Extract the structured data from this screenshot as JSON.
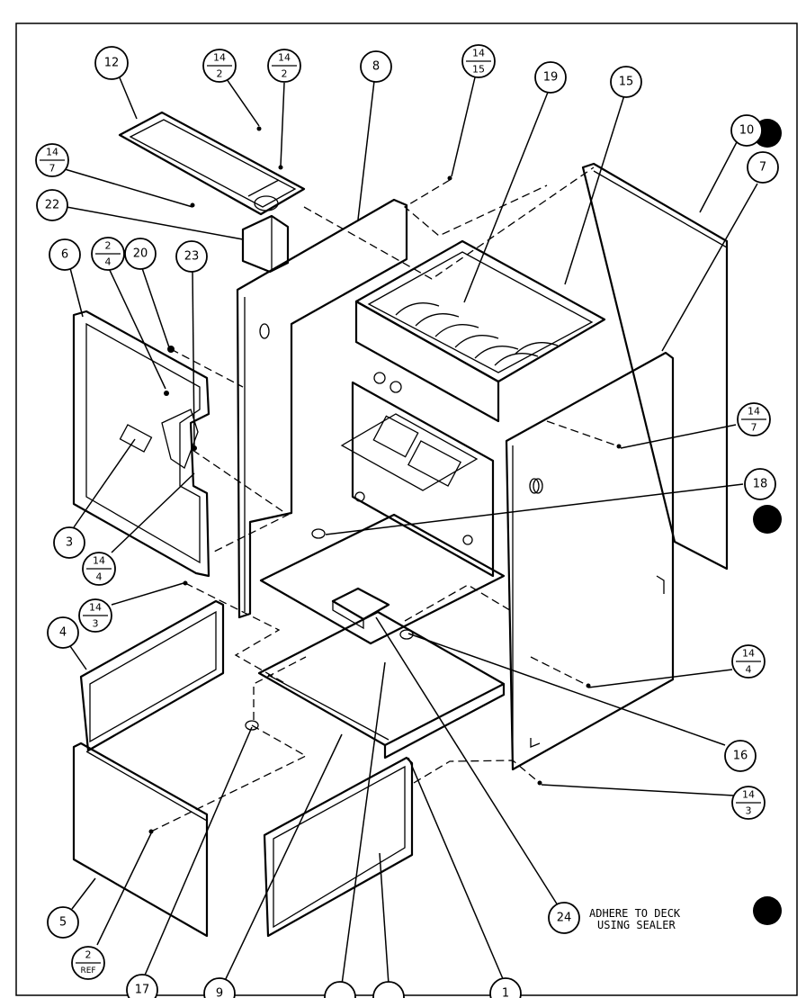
{
  "callouts": {
    "c12": "12",
    "c14_2a": {
      "num": "14",
      "den": "2"
    },
    "c14_2b": {
      "num": "14",
      "den": "2"
    },
    "c8": "8",
    "c14_15": {
      "num": "14",
      "den": "15"
    },
    "c19": "19",
    "c15": "15",
    "c10": "10",
    "c7": "7",
    "c14_7a": {
      "num": "14",
      "den": "7"
    },
    "c22": "22",
    "c6": "6",
    "c2_4": {
      "num": "2",
      "den": "4"
    },
    "c20": "20",
    "c23": "23",
    "c14_7b": {
      "num": "14",
      "den": "7"
    },
    "c18": "18",
    "c3": "3",
    "c14_4a": {
      "num": "14",
      "den": "4"
    },
    "c14_3a": {
      "num": "14",
      "den": "3"
    },
    "c4": "4",
    "c14_4b": {
      "num": "14",
      "den": "4"
    },
    "c16": "16",
    "c14_3b": {
      "num": "14",
      "den": "3"
    },
    "c5": "5",
    "c2_ref": {
      "num": "2",
      "den": "REF"
    },
    "c17": "17",
    "c9": "9",
    "c1": "1",
    "c24": "24"
  },
  "note": {
    "line1": "ADHERE TO DECK",
    "line2": "USING SEALER"
  }
}
